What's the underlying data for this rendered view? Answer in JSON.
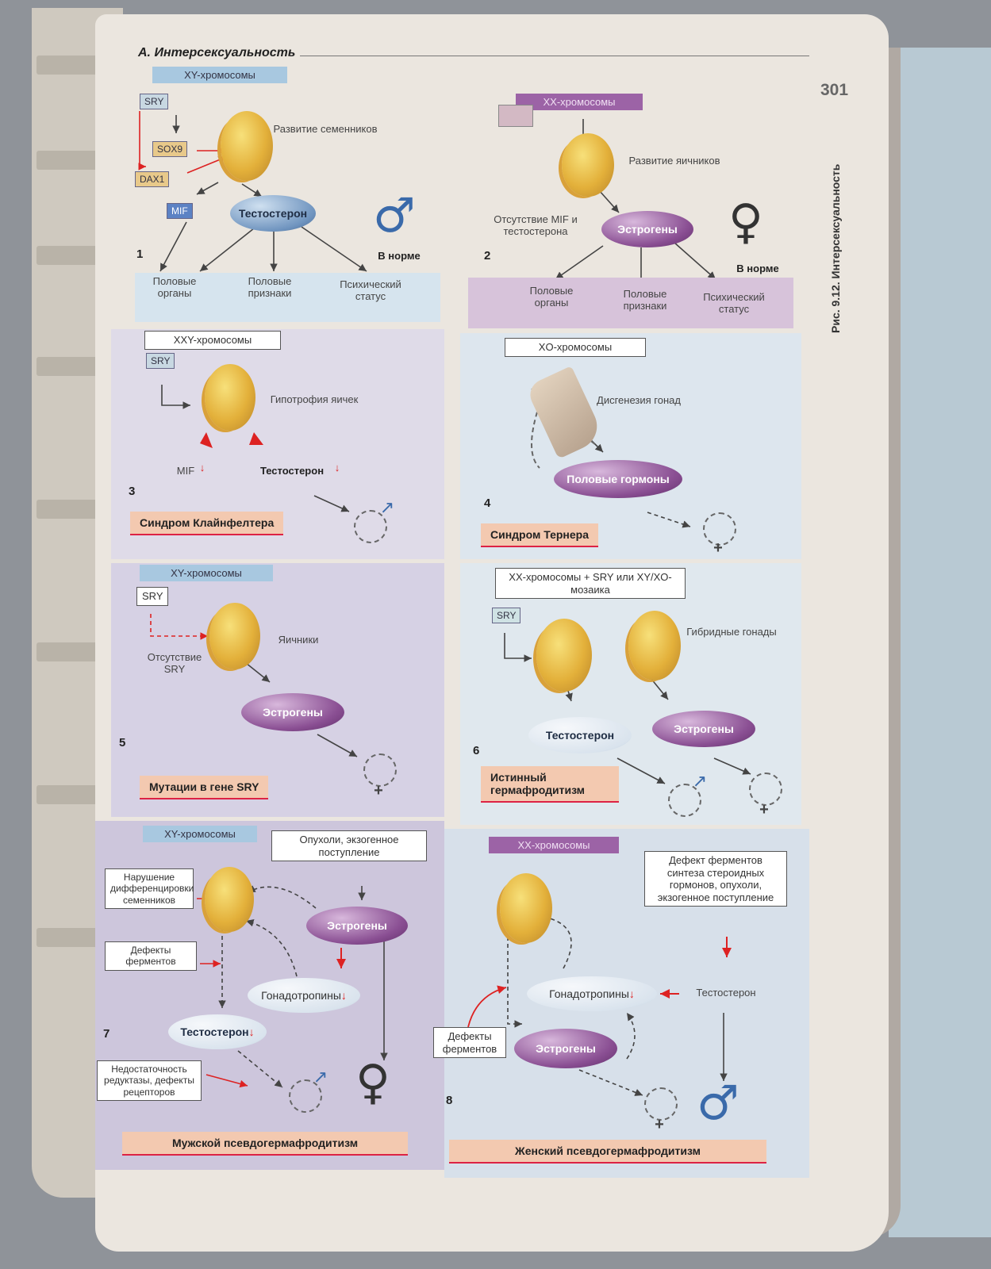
{
  "page": {
    "number": "301",
    "figure_caption": "Рис. 9.12. Интерсексуальность",
    "section_title": "А. Интерсексуальность"
  },
  "panels": {
    "p1": {
      "number": "1",
      "chromosomes": "XY-хромосомы",
      "sry": "SRY",
      "sox9": "SOX9",
      "dax1": "DAX1",
      "mif": "MIF",
      "development": "Развитие семенников",
      "testosterone": "Тестостерон",
      "norm": "В норме",
      "organs": "Половые органы",
      "traits": "Половые признаки",
      "psych": "Психический статус",
      "symbol": "♂"
    },
    "p2": {
      "number": "2",
      "chromosomes": "XX-хромосомы",
      "development": "Развитие яичников",
      "absence": "Отсутствие MIF и тестостерона",
      "estrogens": "Эстрогены",
      "norm": "В норме",
      "organs": "Половые органы",
      "traits": "Половые признаки",
      "psych": "Психический статус",
      "symbol": "♀"
    },
    "p3": {
      "number": "3",
      "chromosomes": "XXY-хромосомы",
      "sry": "SRY",
      "hypotrophy": "Гипотрофия яичек",
      "mif": "MIF",
      "testosterone": "Тестостерон",
      "caption": "Синдром Клайнфелтера"
    },
    "p4": {
      "number": "4",
      "chromosomes": "XO-хромосомы",
      "dysgenesis": "Дисгенезия гонад",
      "hormones": "Половые гормоны",
      "caption": "Синдром Тернера"
    },
    "p5": {
      "number": "5",
      "chromosomes": "XY-хромосомы",
      "sry": "SRY",
      "absence": "Отсутствие SRY",
      "ovaries": "Яичники",
      "estrogens": "Эстрогены",
      "caption": "Мутации в гене SRY"
    },
    "p6": {
      "number": "6",
      "chromosomes": "XX-хромосомы + SRY или XY/XO-мозаика",
      "sry": "SRY",
      "hybrid": "Гибридные гонады",
      "testosterone": "Тестостерон",
      "estrogens": "Эстрогены",
      "caption": "Истинный гермафродитизм"
    },
    "p7": {
      "number": "7",
      "chromosomes": "XY-хромосомы",
      "tumors": "Опухоли, экзогенное поступление",
      "differentiation": "Нарушение дифференцировки семенников",
      "enzymes": "Дефекты ферментов",
      "estrogens": "Эстрогены",
      "gonadotropins": "Гонадотропины",
      "testosterone": "Тестостерон",
      "reductase": "Недостаточность редуктазы, дефекты рецепторов",
      "caption": "Мужской псевдогермафродитизм"
    },
    "p8": {
      "number": "8",
      "chromosomes": "XX-хромосомы",
      "defect": "Дефект ферментов синтеза стероидных гормонов, опухоли, экзогенное поступление",
      "gonadotropins": "Гонадотропины",
      "testosterone": "Тестостерон",
      "enzymes": "Дефекты ферментов",
      "estrogens": "Эстрогены",
      "caption": "Женский псевдогермафродитизм"
    }
  }
}
